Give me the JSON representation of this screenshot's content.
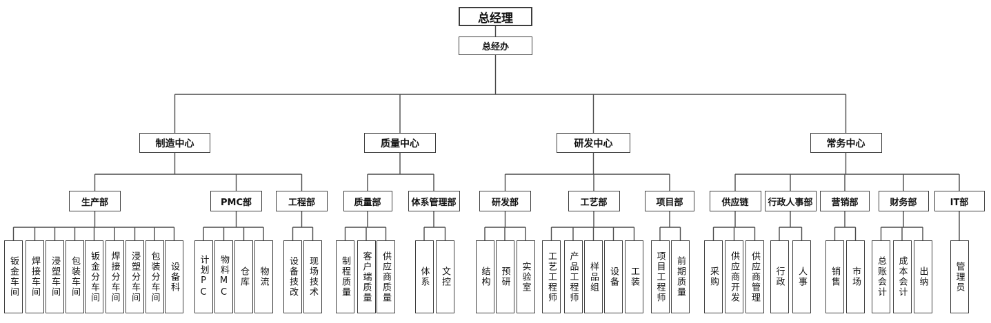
{
  "org": {
    "root": {
      "label": "总经理"
    },
    "office": {
      "label": "总经办"
    },
    "centers": [
      {
        "label": "制造中心",
        "departments": [
          {
            "label": "生产部",
            "units": [
              "钣金车间",
              "焊接车间",
              "浸塑车间",
              "包装车间",
              "钣金分车间",
              "焊接分车间",
              "浸塑分车间",
              "包装分车间",
              "设备科"
            ]
          },
          {
            "label": "PMC部",
            "units": [
              "计划PC",
              "物料MC",
              "仓库",
              "物流"
            ]
          },
          {
            "label": "工程部",
            "units": [
              "设备技改",
              "现场技术"
            ]
          }
        ]
      },
      {
        "label": "质量中心",
        "departments": [
          {
            "label": "质量部",
            "units": [
              "制程质量",
              "客户端质量",
              "供应商质量"
            ]
          },
          {
            "label": "体系管理部",
            "units": [
              "体系",
              "文控"
            ]
          }
        ]
      },
      {
        "label": "研发中心",
        "departments": [
          {
            "label": "研发部",
            "units": [
              "结构",
              "预研",
              "实验室"
            ]
          },
          {
            "label": "工艺部",
            "units": [
              "工艺工程师",
              "产品工程师",
              "样品组",
              "设备",
              "工装"
            ]
          },
          {
            "label": "项目部",
            "units": [
              "项目工程师",
              "前期质量"
            ]
          }
        ]
      },
      {
        "label": "常务中心",
        "departments": [
          {
            "label": "供应链",
            "units": [
              "采购",
              "供应商开发",
              "供应商管理"
            ]
          },
          {
            "label": "行政人事部",
            "units": [
              "行政",
              "人事"
            ]
          },
          {
            "label": "营销部",
            "units": [
              "销售",
              "市场"
            ]
          },
          {
            "label": "财务部",
            "units": [
              "总账会计",
              "成本会计",
              "出纳"
            ]
          },
          {
            "label": "IT部",
            "units": [
              "管理员"
            ]
          }
        ]
      }
    ]
  },
  "colors": {
    "line": "#4a4a4a",
    "box_border": "#3d3d3d",
    "text": "#111111",
    "background": "#ffffff"
  }
}
